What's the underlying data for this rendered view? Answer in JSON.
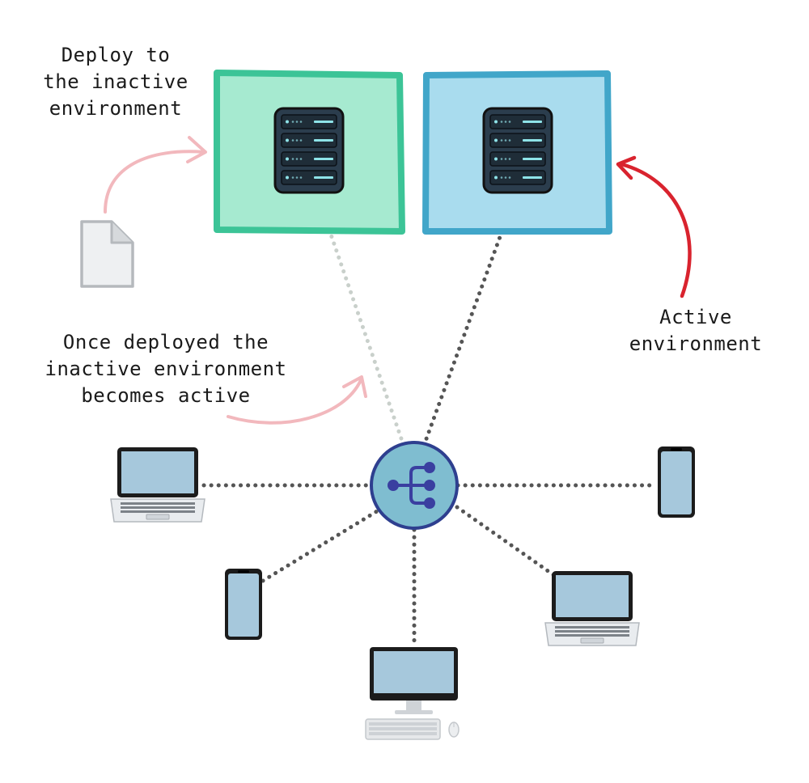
{
  "labels": {
    "deploy": [
      "Deploy to",
      "the inactive",
      "environment"
    ],
    "active": [
      "Active",
      "environment"
    ],
    "once_deployed": [
      "Once deployed the",
      "inactive environment",
      "becomes active"
    ]
  },
  "colors": {
    "inactive_env_border": "#3cc497",
    "inactive_env_fill": "#a6ead0",
    "active_env_border": "#41a6c9",
    "active_env_fill": "#a9dcee",
    "active_arrow": "#d9232e",
    "pale_arrow": "#f2b8bd",
    "router_ring": "#2e3f8f",
    "router_fill": "#7fbdd0",
    "device_screen": "#a6c8dc",
    "connector": "#555555"
  },
  "icons": [
    "server-icon",
    "document-icon",
    "router-icon",
    "laptop-icon",
    "smartphone-icon",
    "desktop-computer-icon",
    "keyboard-icon",
    "mouse-icon"
  ]
}
